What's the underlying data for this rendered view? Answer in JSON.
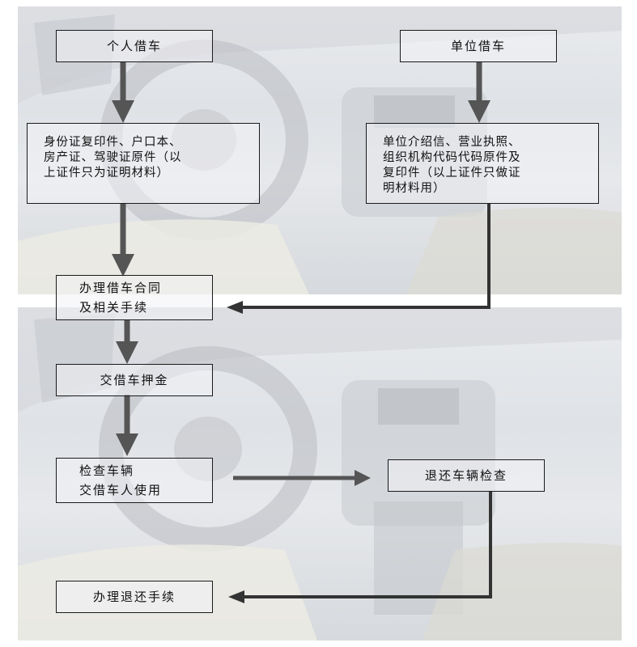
{
  "flowchart": {
    "personal_borrow": "个人借车",
    "company_borrow": "单位借车",
    "personal_documents": "身份证复印件、户口本、\n房产证、驾驶证原件（以\n上证件只为证明材料）",
    "company_documents": "单位介绍信、营业执照、\n组织机构代码代码原件及\n复印件（以上证件只做证\n明材料用）",
    "sign_contract": "办理借车合同\n及相关手续",
    "pay_deposit": "交借车押金",
    "inspect_deliver": "检查车辆\n交借车人使用",
    "return_inspect": "退还车辆检查",
    "return_procedure": "办理退还手续"
  },
  "colors": {
    "border": "#1a1a1a",
    "arrow_gray": "#555555",
    "arrow_dark": "#333333"
  }
}
